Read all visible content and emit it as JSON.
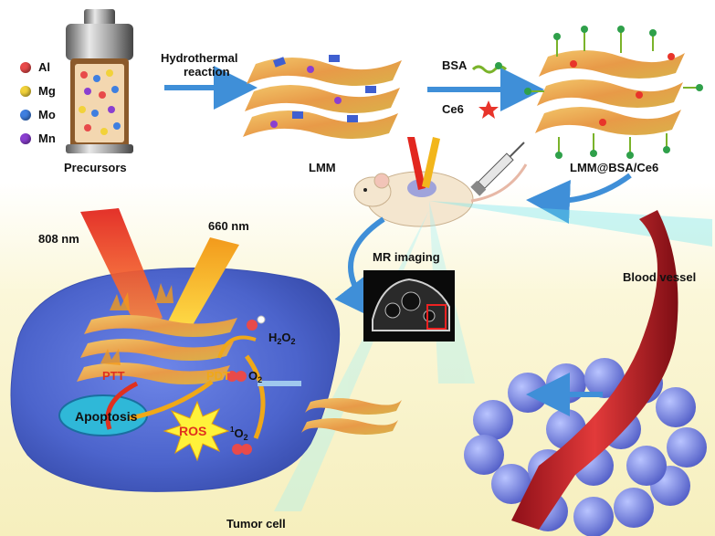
{
  "legend": [
    {
      "label": "Al",
      "color": "#e84a4a"
    },
    {
      "label": "Mg",
      "color": "#f2d23a"
    },
    {
      "label": "Mo",
      "color": "#3f7fe0"
    },
    {
      "label": "Mn",
      "color": "#8a3fd0"
    }
  ],
  "labels": {
    "precursors": "Precursors",
    "hydrothermal_line1": "Hydrothermal",
    "hydrothermal_line2": "reaction",
    "lmm": "LMM",
    "bsa": "BSA",
    "ce6": "Ce6",
    "lmm_bsa": "LMM@BSA/Ce6",
    "nm808": "808 nm",
    "nm660": "660 nm",
    "mr": "MR imaging",
    "blood": "Blood vessel",
    "ptt": "PTT",
    "pdt": "PDT",
    "apoptosis": "Apoptosis",
    "ros": "ROS",
    "h2o2_main": "H",
    "h2o2_sub1": "2",
    "h2o2_o": "O",
    "h2o2_sub2": "2",
    "o2_main": "O",
    "o2_sub": "2",
    "singlet_sup": "1",
    "singlet_main": "O",
    "singlet_sub": "2",
    "tumor": "Tumor cell"
  },
  "colors": {
    "ptt": "#e0301e",
    "pdt": "#f0a818",
    "arrow_blue": "#3f8fd8",
    "vessel": "#c8202c",
    "cell": "#5b73d6"
  }
}
